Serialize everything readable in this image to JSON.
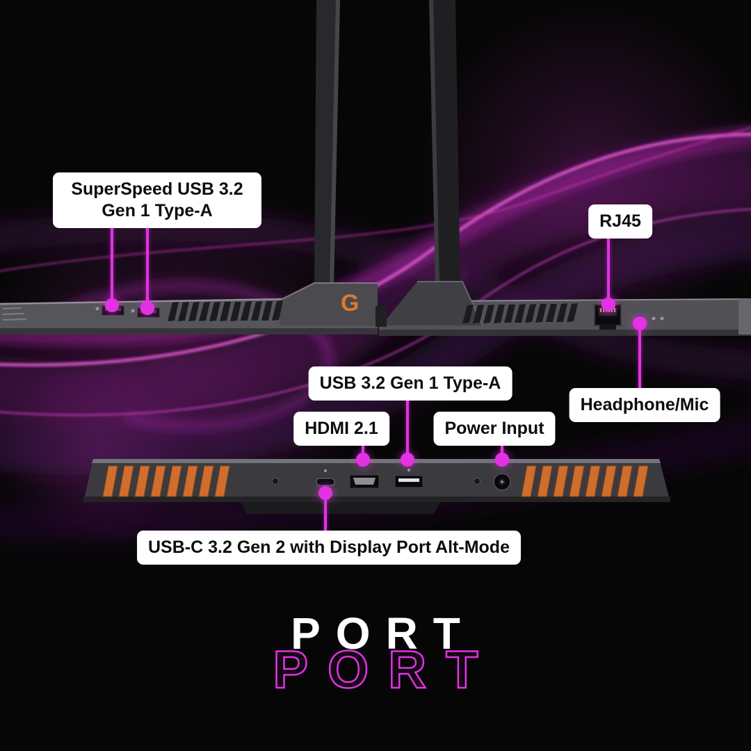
{
  "accent_color": "#e431e4",
  "background_color": "#060606",
  "callouts": [
    {
      "id": "usb-a-side",
      "label": "SuperSpeed USB 3.2 Gen 1 Type-A"
    },
    {
      "id": "rj45",
      "label": "RJ45"
    },
    {
      "id": "headphone-mic",
      "label": "Headphone/Mic"
    },
    {
      "id": "usb-a-rear",
      "label": "USB 3.2 Gen 1 Type-A"
    },
    {
      "id": "hdmi",
      "label": "HDMI 2.1"
    },
    {
      "id": "power",
      "label": "Power Input"
    },
    {
      "id": "usb-c",
      "label": "USB-C 3.2 Gen 2 with Display Port Alt-Mode"
    }
  ],
  "laptop": {
    "logo_text": "G",
    "vent_color": "#cf6e2c",
    "body_color": "#4b4b4f"
  },
  "title": {
    "text": "PORT",
    "outline_text": "PORT"
  }
}
